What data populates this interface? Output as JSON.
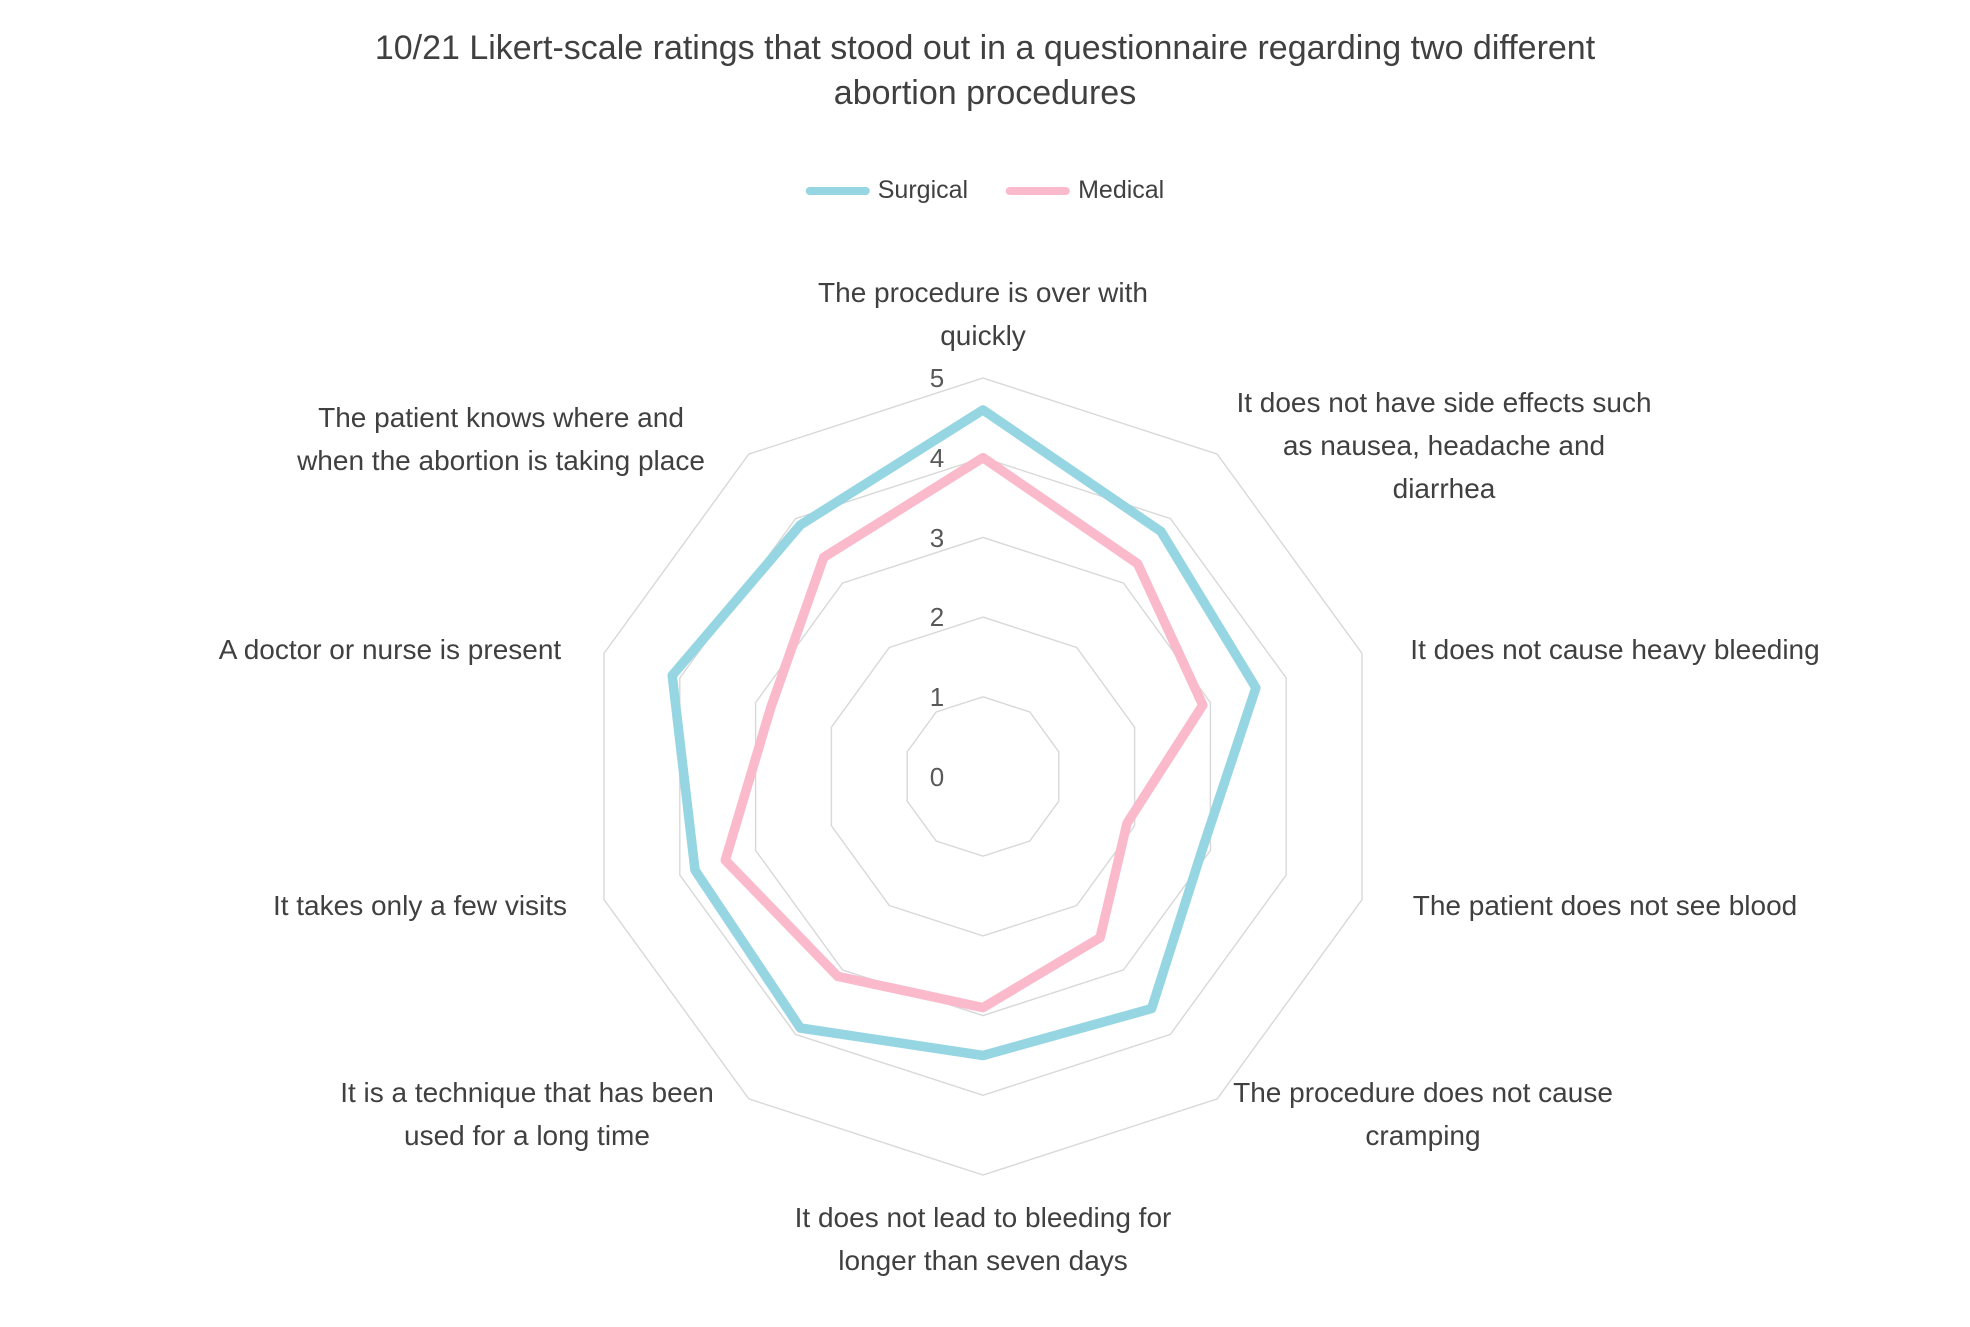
{
  "title": "10/21 Likert-scale ratings that stood out in a questionnaire regarding two different\nabortion procedures",
  "legend": [
    {
      "label": "Surgical",
      "color": "#96D6E2"
    },
    {
      "label": "Medical",
      "color": "#FABACC"
    }
  ],
  "chart_data": {
    "type": "radar",
    "title": "10/21 Likert-scale ratings that stood out in a questionnaire regarding two different abortion procedures",
    "categories": [
      "The procedure is over with\nquickly",
      "It does not have side effects such\nas nausea, headache and\ndiarrhea",
      "It does not cause heavy bleeding",
      "The patient does not see blood",
      "The procedure does not cause\ncramping",
      "It does not lead to bleeding for\nlonger than seven days",
      "It is a technique that has been\nused for a long time",
      "It takes only a few visits",
      "A doctor or nurse is present",
      "The patient knows where and\nwhen the abortion is taking place"
    ],
    "series": [
      {
        "name": "Surgical",
        "color": "#96D6E2",
        "values": [
          4.6,
          3.8,
          3.6,
          2.9,
          3.6,
          3.5,
          3.9,
          3.8,
          4.1,
          3.9
        ]
      },
      {
        "name": "Medical",
        "color": "#FABACC",
        "values": [
          4.0,
          3.3,
          2.9,
          1.9,
          2.5,
          2.9,
          3.1,
          3.4,
          2.8,
          3.4
        ]
      }
    ],
    "ticks": [
      0,
      1,
      2,
      3,
      4,
      5
    ],
    "rlim": [
      0,
      5
    ],
    "grid": "concentric-decagons",
    "grid_color": "#D8D8D8",
    "text_color": "#404040",
    "legend_position": "top-center"
  }
}
